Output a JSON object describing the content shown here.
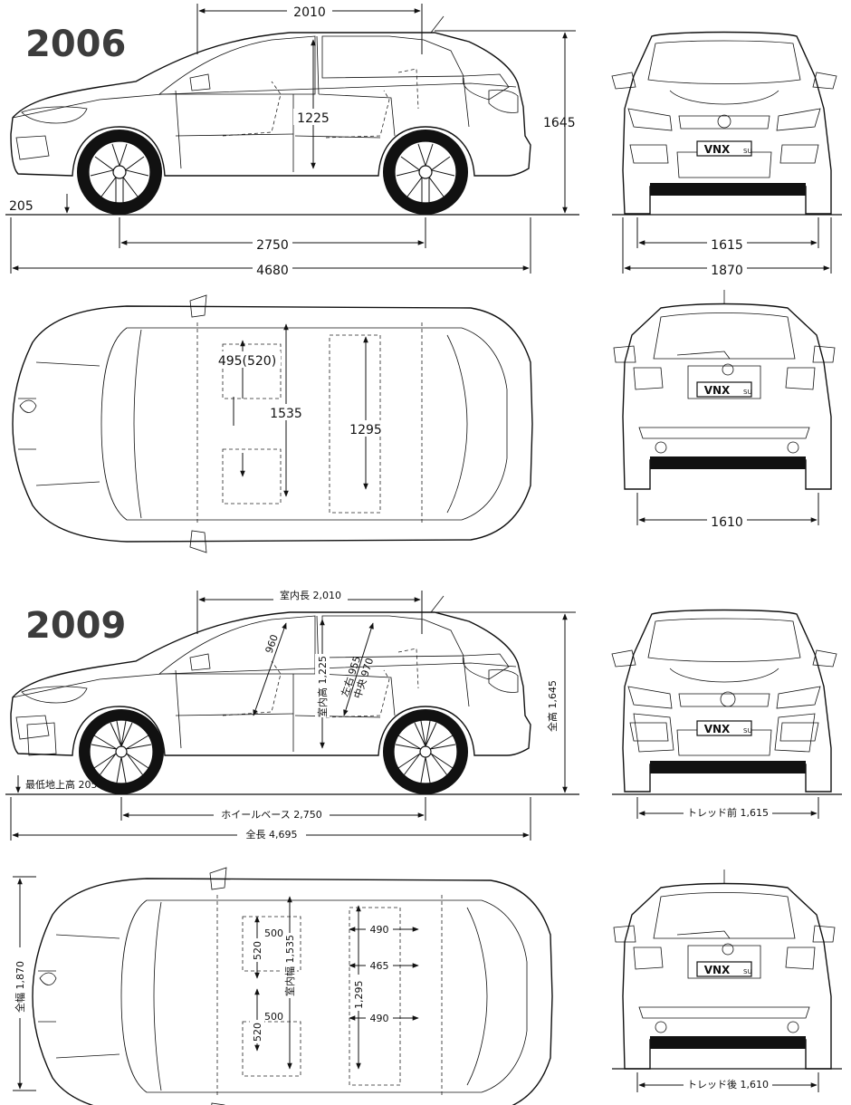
{
  "y2006": {
    "year": "2006",
    "side": {
      "interior_length": "2010",
      "interior_height": "1225",
      "height": "1645",
      "ground_clearance": "205",
      "wheelbase": "2750",
      "length": "4680"
    },
    "front": {
      "tread": "1615",
      "width": "1870"
    },
    "top": {
      "seat_width": "495(520)",
      "width_front": "1535",
      "width_rear": "1295"
    },
    "rear": {
      "tread": "1610"
    },
    "plate": "VNX"
  },
  "y2009": {
    "year": "2009",
    "side": {
      "interior_length": "室内長 2,010",
      "angle_960": "960",
      "interior_height": "室内高 1,225",
      "headroom_lr": "左右 955",
      "headroom_center": "中央 970",
      "height": "全高 1,645",
      "ground_clearance": "最低地上高 205",
      "wheelbase": "ホイールベース 2,750",
      "length": "全長 4,695"
    },
    "front": {
      "tread": "トレッド前 1,615"
    },
    "top": {
      "width": "全幅 1,870",
      "seat_w1": "500",
      "seat_w2": "500",
      "seat_d1": "520",
      "seat_d2": "520",
      "interior_width": "室内幅 1,535",
      "rear_w1": "490",
      "rear_w2": "465",
      "rear_w3": "490",
      "rear_width": "1,295"
    },
    "rear": {
      "tread": "トレッド後 1,610"
    },
    "plate": "VNX"
  },
  "badge_text": "SU"
}
